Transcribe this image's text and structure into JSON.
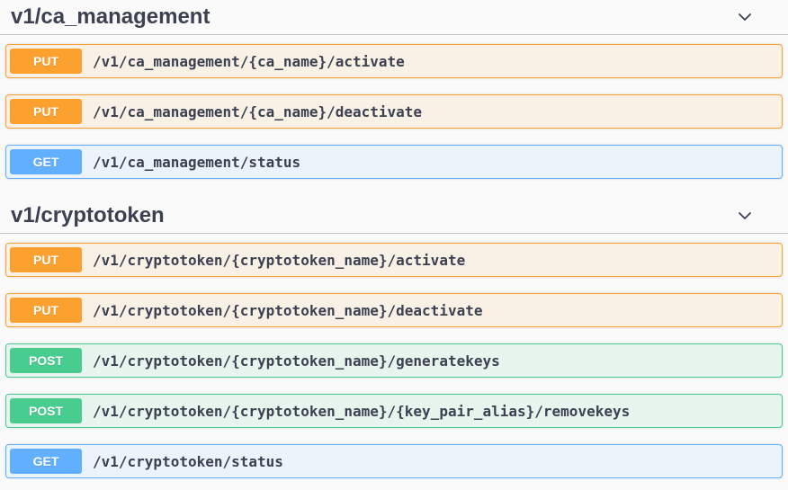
{
  "page_bg": "#fafafa",
  "text_color": "#3b4151",
  "method_colors": {
    "GET": {
      "badge": "#61affe",
      "row_bg": "#ebf3fb"
    },
    "POST": {
      "badge": "#49cc90",
      "row_bg": "#e8f5ef"
    },
    "PUT": {
      "badge": "#fca130",
      "row_bg": "#faf1e6"
    }
  },
  "sections": [
    {
      "title": "v1/ca_management",
      "expand_icon": "chevron-down",
      "endpoints": [
        {
          "method": "PUT",
          "path": "/v1/ca_management/{ca_name}/activate"
        },
        {
          "method": "PUT",
          "path": "/v1/ca_management/{ca_name}/deactivate"
        },
        {
          "method": "GET",
          "path": "/v1/ca_management/status"
        }
      ]
    },
    {
      "title": "v1/cryptotoken",
      "expand_icon": "chevron-down",
      "endpoints": [
        {
          "method": "PUT",
          "path": "/v1/cryptotoken/{cryptotoken_name}/activate"
        },
        {
          "method": "PUT",
          "path": "/v1/cryptotoken/{cryptotoken_name}/deactivate"
        },
        {
          "method": "POST",
          "path": "/v1/cryptotoken/{cryptotoken_name}/generatekeys"
        },
        {
          "method": "POST",
          "path": "/v1/cryptotoken/{cryptotoken_name}/{key_pair_alias}/removekeys"
        },
        {
          "method": "GET",
          "path": "/v1/cryptotoken/status"
        }
      ]
    }
  ]
}
